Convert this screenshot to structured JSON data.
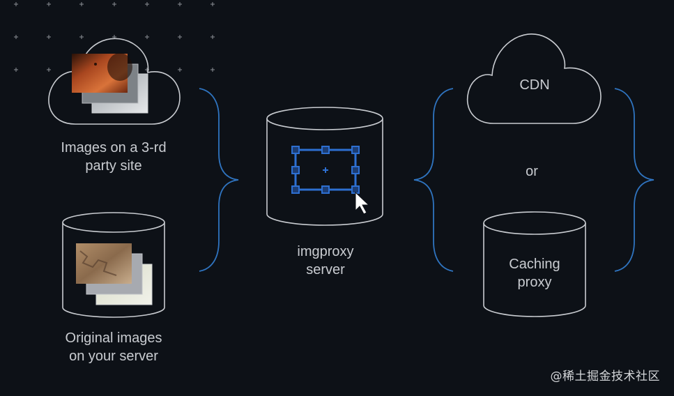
{
  "labels": {
    "third_party": [
      "Images on a 3-rd",
      "party site"
    ],
    "original": [
      "Original images",
      "on your server"
    ],
    "imgproxy": [
      "imgproxy",
      "server"
    ],
    "cdn": "CDN",
    "or": "or",
    "caching": [
      "Caching",
      "proxy"
    ]
  },
  "watermark": "@稀土掘金技术社区",
  "colors": {
    "background": "#0d1117",
    "outline": "#c9ccd1",
    "brace": "#2f74c0",
    "selection": "#2d6fd1",
    "grid_plus": "#8b8f95"
  }
}
